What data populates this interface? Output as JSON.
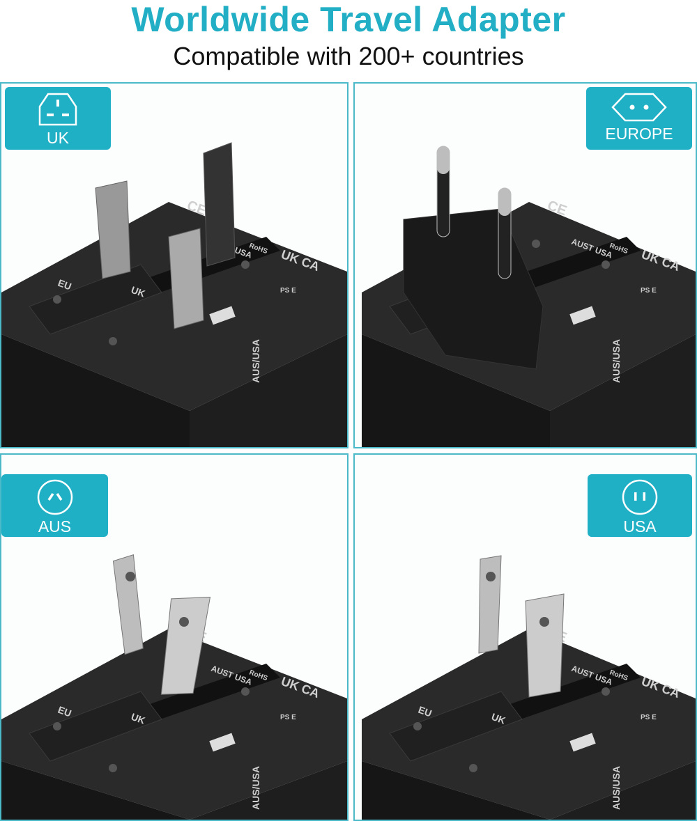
{
  "header": {
    "title": "Worldwide Travel Adapter",
    "subtitle": "Compatible with 200+ countries"
  },
  "colors": {
    "accent": "#1fb0c5",
    "title": "#22afc5",
    "adapter_body": "#1e1e1e"
  },
  "panels": [
    {
      "label": "UK",
      "icon": "uk-plug-icon",
      "plug": "uk"
    },
    {
      "label": "EUROPE",
      "icon": "eu-plug-icon",
      "plug": "eu"
    },
    {
      "label": "AUS",
      "icon": "aus-plug-icon",
      "plug": "aus"
    },
    {
      "label": "USA",
      "icon": "usa-plug-icon",
      "plug": "usa"
    }
  ],
  "product_markings": {
    "eu": "EU",
    "uk": "UK",
    "aus_usa": "AUS/USA",
    "aust_usa": "AUST USA",
    "ukca": "UK CA",
    "rohs": "RoHS",
    "ce": "CE",
    "ps": "PS E"
  }
}
